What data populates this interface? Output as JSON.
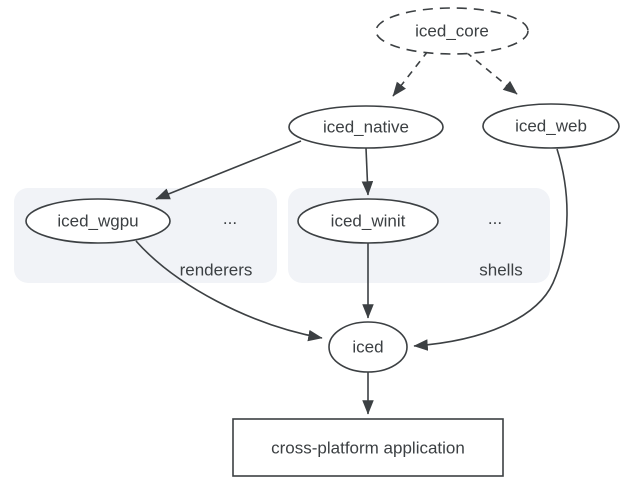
{
  "nodes": {
    "iced_core": {
      "label": "iced_core"
    },
    "iced_native": {
      "label": "iced_native"
    },
    "iced_web": {
      "label": "iced_web"
    },
    "iced_wgpu": {
      "label": "iced_wgpu"
    },
    "iced_winit": {
      "label": "iced_winit"
    },
    "iced": {
      "label": "iced"
    },
    "app": {
      "label": "cross-platform application"
    }
  },
  "groups": {
    "renderers": {
      "label": "renderers",
      "ellipsis": "..."
    },
    "shells": {
      "label": "shells",
      "ellipsis": "..."
    }
  },
  "edges": [
    {
      "from": "iced_core",
      "to": "iced_native",
      "style": "dashed"
    },
    {
      "from": "iced_core",
      "to": "iced_web",
      "style": "dashed"
    },
    {
      "from": "iced_native",
      "to": "iced_wgpu",
      "style": "solid"
    },
    {
      "from": "iced_native",
      "to": "iced_winit",
      "style": "solid"
    },
    {
      "from": "iced_wgpu",
      "to": "iced",
      "style": "solid"
    },
    {
      "from": "iced_winit",
      "to": "iced",
      "style": "solid"
    },
    {
      "from": "iced_web",
      "to": "iced",
      "style": "solid"
    },
    {
      "from": "iced",
      "to": "app",
      "style": "solid"
    }
  ],
  "colors": {
    "stroke": "#3c4043",
    "text": "#3c4043",
    "accent_blue": "#1a73e8",
    "group_fill": "#f1f3f7",
    "node_fill": "#ffffff",
    "background": "#ffffff"
  }
}
